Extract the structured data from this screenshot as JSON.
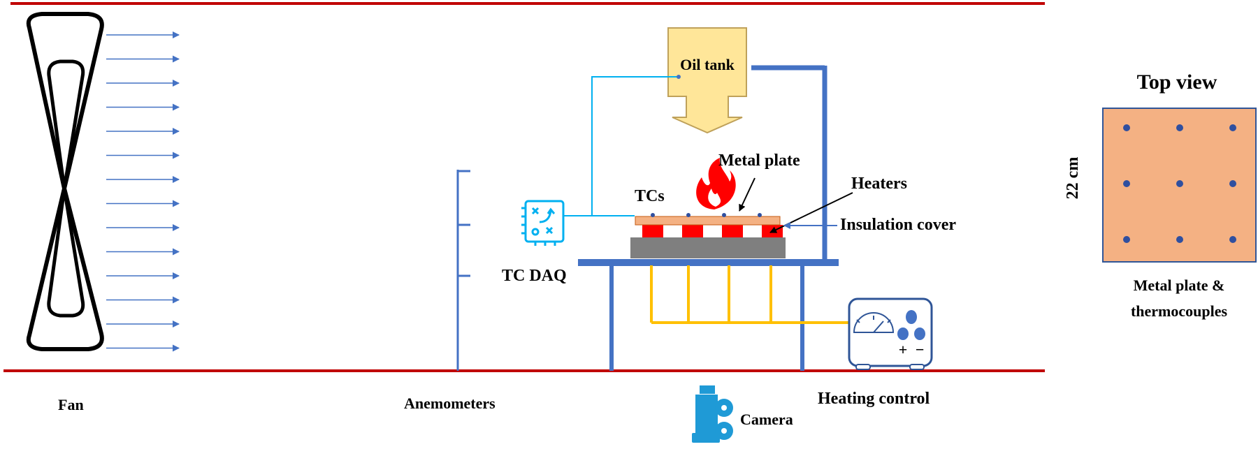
{
  "labels": {
    "oil_tank": "Oil tank",
    "metal_plate": "Metal plate",
    "heaters": "Heaters",
    "tcs": "TCs",
    "insulation_cover": "Insulation cover",
    "tc_daq": "TC DAQ",
    "fan": "Fan",
    "anemometers": "Anemometers",
    "heating_control": "Heating control",
    "camera": "Camera",
    "top_view": "Top view",
    "dimension": "22 cm",
    "caption_line1": "Metal plate &",
    "caption_line2": "thermocouples",
    "plus": "+",
    "minus": "−"
  },
  "airflow_arrow_count": 14,
  "heater_count": 4,
  "plate_thermocouple_count": 4,
  "top_view_grid": {
    "rows": 3,
    "cols": 3
  },
  "colors": {
    "tunnel_wall": "#c00000",
    "frame": "#4472c4",
    "airflow": "#4472c4",
    "oil_tank_fill": "#ffe699",
    "oil_tank_stroke": "#bfa15a",
    "plate": "#f4b183",
    "heater": "#ff0000",
    "insulation": "#7f7f7f",
    "wiring": "#ffc000",
    "daq": "#00b0f0",
    "flame": "#ff0000",
    "thermocouple_dot": "#2f4f9f"
  },
  "icons": [
    "fan-icon",
    "flame-icon",
    "daq-icon",
    "camera-icon",
    "heating-control-icon",
    "anemometer-icon"
  ]
}
